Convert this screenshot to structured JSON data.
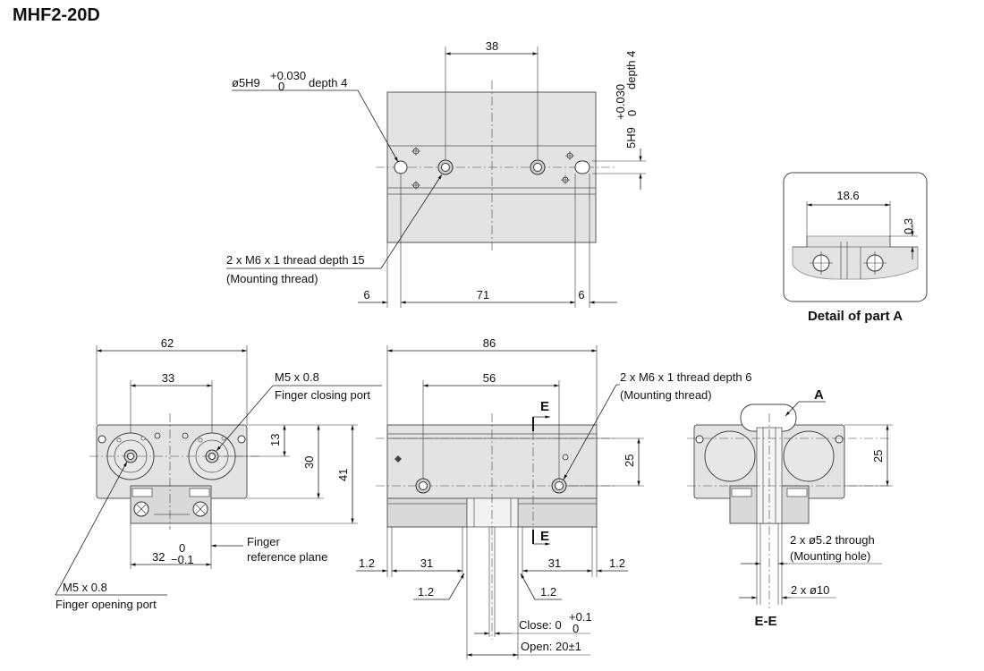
{
  "title": "MHF2-20D",
  "top_view": {
    "dim_38": "38",
    "pin_hole": {
      "prefix": "ø5H9",
      "tol_upper": "+0.030",
      "tol_lower": "0",
      "suffix": "depth 4"
    },
    "pin_hole_vertical": {
      "prefix": "5H9",
      "tol_upper": "+0.030",
      "tol_lower": "0",
      "suffix": "depth 4"
    },
    "thread_label": "2 x M6 x 1 thread depth 15",
    "thread_sub": "(Mounting thread)",
    "dim_left": "6",
    "dim_mid": "71",
    "dim_right": "6"
  },
  "detail": {
    "dim_18_6": "18.6",
    "dim_0_3": "0.3",
    "caption": "Detail of part A"
  },
  "left_view": {
    "dim_62": "62",
    "dim_33": "33",
    "closing_port": "M5 x 0.8",
    "closing_port_sub": "Finger closing port",
    "dim_13": "13",
    "dim_30": "30",
    "dim_41": "41",
    "dim_32": "32",
    "dim_32_tol_upper": "0",
    "dim_32_tol_lower": "−0.1",
    "ref_plane_1": "Finger",
    "ref_plane_2": "reference plane",
    "opening_port": "M5 x 0.8",
    "opening_port_sub": "Finger opening port"
  },
  "front_view": {
    "dim_86": "86",
    "dim_56": "56",
    "section_e_top": "E",
    "section_e_bottom": "E",
    "thread_label": "2 x M6 x 1 thread depth 6",
    "thread_sub": "(Mounting thread)",
    "dim_25": "25",
    "dim_1_2_left": "1.2",
    "dim_31_left": "31",
    "dim_31_right": "31",
    "dim_1_2_right": "1.2",
    "dim_1_2_lower_left": "1.2",
    "dim_1_2_lower_right": "1.2",
    "close_label": "Close: 0",
    "close_tol_upper": "+0.1",
    "close_tol_lower": "0",
    "open_label": "Open: 20±1"
  },
  "section_view": {
    "label_a": "A",
    "dim_25": "25",
    "hole_label": "2 x ø5.2 through",
    "hole_sub": "(Mounting hole)",
    "dia_label": "2 x ø10",
    "caption": "E-E"
  }
}
